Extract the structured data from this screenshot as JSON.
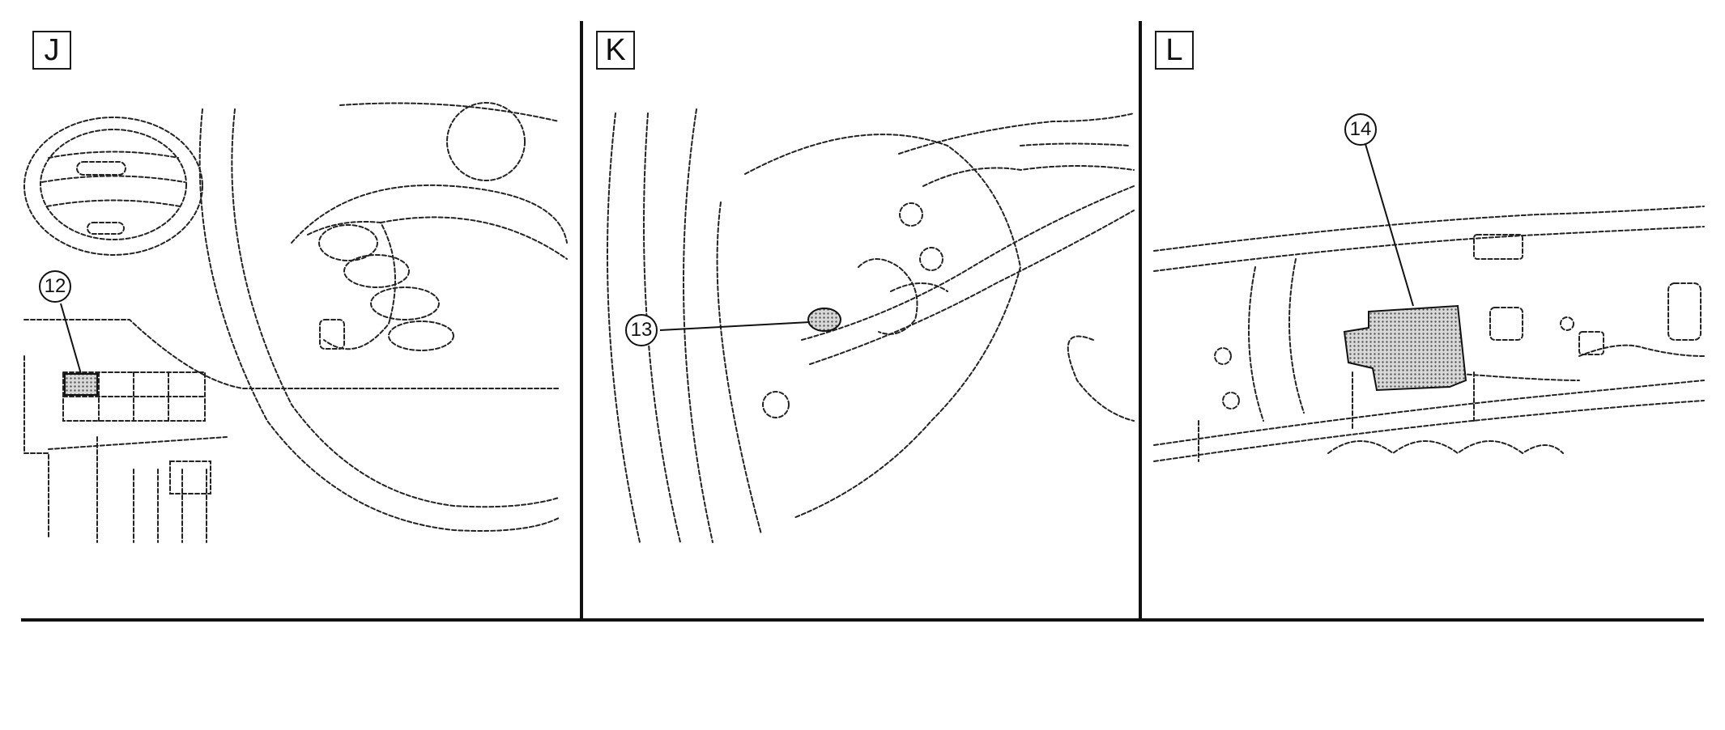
{
  "panels": [
    {
      "label": "J",
      "callout": "12"
    },
    {
      "label": "K",
      "callout": "13"
    },
    {
      "label": "L",
      "callout": "14"
    }
  ]
}
